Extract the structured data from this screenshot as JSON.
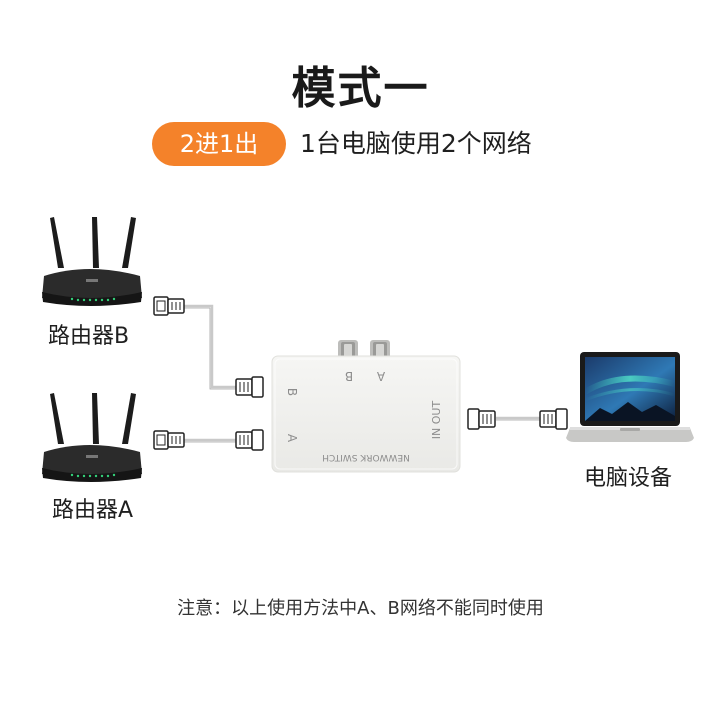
{
  "title": "模式一",
  "badge": "2进1出",
  "description": "1台电脑使用2个网络",
  "router_b_label": "路由器B",
  "router_a_label": "路由器A",
  "computer_label": "电脑设备",
  "switch": {
    "name": "NEWWORK SWITCH",
    "port_b": "B",
    "port_a": "A",
    "in_out": "IN OUT",
    "knob_b": "B",
    "knob_a": "A"
  },
  "note": "注意：以上使用方法中A、B网络不能同时使用",
  "colors": {
    "accent": "#f4822a"
  }
}
